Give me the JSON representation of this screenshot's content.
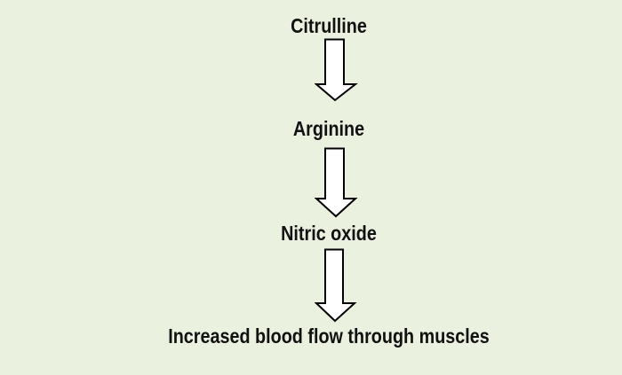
{
  "diagram": {
    "background": "#ebf1df",
    "arrow_fill": "#ffffff",
    "arrow_stroke": "#000000",
    "steps": [
      {
        "label": "Citrulline"
      },
      {
        "label": "Arginine"
      },
      {
        "label": "Nitric oxide"
      },
      {
        "label": "Increased blood flow through muscles"
      }
    ],
    "arrow_icon": "down-arrow-icon"
  }
}
